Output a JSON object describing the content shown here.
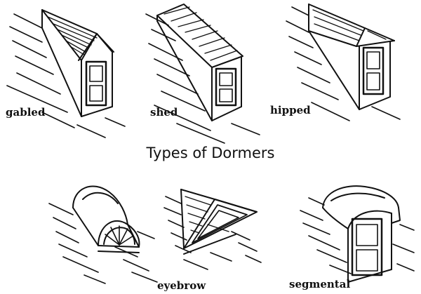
{
  "title": "Types of Dormers",
  "colors": {
    "ink": "#111111",
    "paper": "#ffffff"
  },
  "dormers": [
    {
      "id": "gabled",
      "label": "gabled"
    },
    {
      "id": "shed",
      "label": "shed"
    },
    {
      "id": "hipped",
      "label": "hipped"
    },
    {
      "id": "eyebrow",
      "label": "eyebrow"
    },
    {
      "id": "segmental",
      "label": "segmental"
    }
  ]
}
